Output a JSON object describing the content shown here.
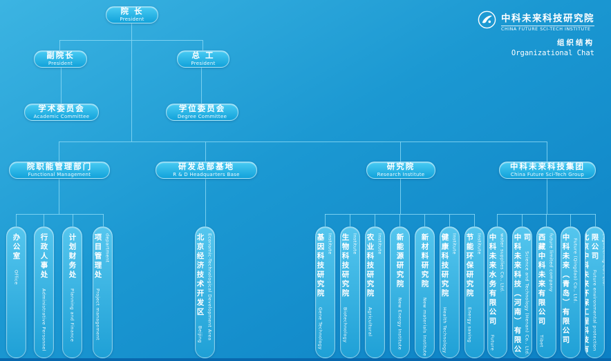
{
  "colors": {
    "background_top": "#3cb4e2",
    "background_bottom": "#0c80c4",
    "node_gradient_top": "#49cbf3",
    "node_gradient_bottom": "#12a2da",
    "capsule_gradient_top": "#55c6ee",
    "capsule_gradient_bottom": "#1fa0d6",
    "connector": "#8ad8f4",
    "text": "#ffffff"
  },
  "logo": {
    "name_zh": "中科未来科技研究院",
    "name_en": "CHINA FUTURE SCI-TECH INSTITUTE"
  },
  "page_title": {
    "zh": "组织结构",
    "en": "Organizational Chat"
  },
  "org": {
    "root": {
      "zh": "院 长",
      "en": "President"
    },
    "deputies": [
      {
        "zh": "副院长",
        "en": "President"
      },
      {
        "zh": "总 工",
        "en": "President"
      }
    ],
    "committees": [
      {
        "zh": "学术委员会",
        "en": "Academic Committee"
      },
      {
        "zh": "学位委员会",
        "en": "Degree Committee"
      }
    ],
    "branches": [
      {
        "zh": "院职能管理部门",
        "en": "Functional Management",
        "children": [
          {
            "zh": "办公室",
            "en": "Office"
          },
          {
            "zh": "行政人事处",
            "en": "Administrative Personnel"
          },
          {
            "zh": "计划财务处",
            "en": "Planning and Finance"
          },
          {
            "zh": "项目管理处",
            "en": "Project management department"
          }
        ]
      },
      {
        "zh": "研发总部基地",
        "en": "R & D Headquarters Base",
        "children": [
          {
            "zh": "北京经济技术开发区",
            "en": "Beijing Economic-Technological Development Area"
          }
        ]
      },
      {
        "zh": "研究院",
        "en": "Research Institute",
        "children": [
          {
            "zh": "基因科技研究院",
            "en": "Gene Technology Institute"
          },
          {
            "zh": "生物科技研究院",
            "en": "Biotechnology Institute"
          },
          {
            "zh": "农业科技研究院",
            "en": "Agricultural Institute"
          },
          {
            "zh": "新能源研究院",
            "en": "New Energy Institute"
          },
          {
            "zh": "新材料研究院",
            "en": "New materials Institute"
          },
          {
            "zh": "健康科技研究院",
            "en": "Health Technology Institute"
          },
          {
            "zh": "节能环保研究院",
            "en": "Energy saving Institute"
          }
        ]
      },
      {
        "zh": "中科未来科技集团",
        "en": "China Future Sci-Tech Group",
        "children": [
          {
            "zh": "中科未来水务有限公司",
            "en": "Future water supplies Co., Ltd."
          },
          {
            "zh": "中科未来科技（河南）有限公司",
            "en": "Science and Technology (Henan) Co., Ltd."
          },
          {
            "zh": "西藏中科未来有限公司",
            "en": "Tibet future limited company"
          },
          {
            "zh": "中科未来（青岛）有限公司",
            "en": "Future (Qingdao) Co., Ltd."
          },
          {
            "zh": "北京中科未来环保工程科技有限公司",
            "en": "Future environmental protection engineering Co., Ltd."
          }
        ]
      }
    ]
  }
}
